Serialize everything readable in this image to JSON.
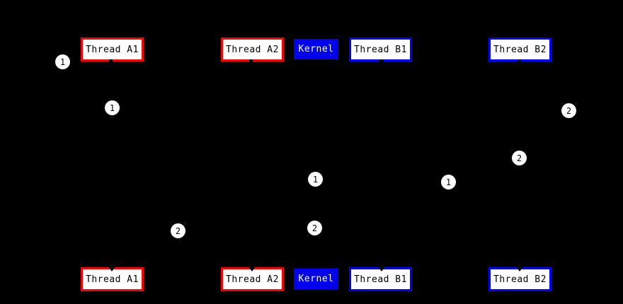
{
  "diagram_type": "thread-kernel-sequence-diagram",
  "nodes": {
    "thread_a1": "Thread A1",
    "thread_a2": "Thread A2",
    "kernel": "Kernel",
    "thread_b1": "Thread B1",
    "thread_b2": "Thread B2"
  },
  "badges": [
    {
      "number": "1"
    },
    {
      "number": "1"
    },
    {
      "number": "1"
    },
    {
      "number": "1"
    },
    {
      "number": "2"
    },
    {
      "number": "2"
    },
    {
      "number": "2"
    },
    {
      "number": "2"
    }
  ],
  "colors": {
    "background": "#000000",
    "thread_a_border": "#ff0000",
    "thread_b_border": "#0000ff",
    "kernel_fill": "#0000ee",
    "kernel_border": "#0000ff",
    "kernel_text": "#ffffff",
    "node_fill": "#ffffff",
    "node_text": "#000000",
    "badge_fill": "#ffffff",
    "badge_text": "#000000",
    "line_color": "#000000"
  }
}
